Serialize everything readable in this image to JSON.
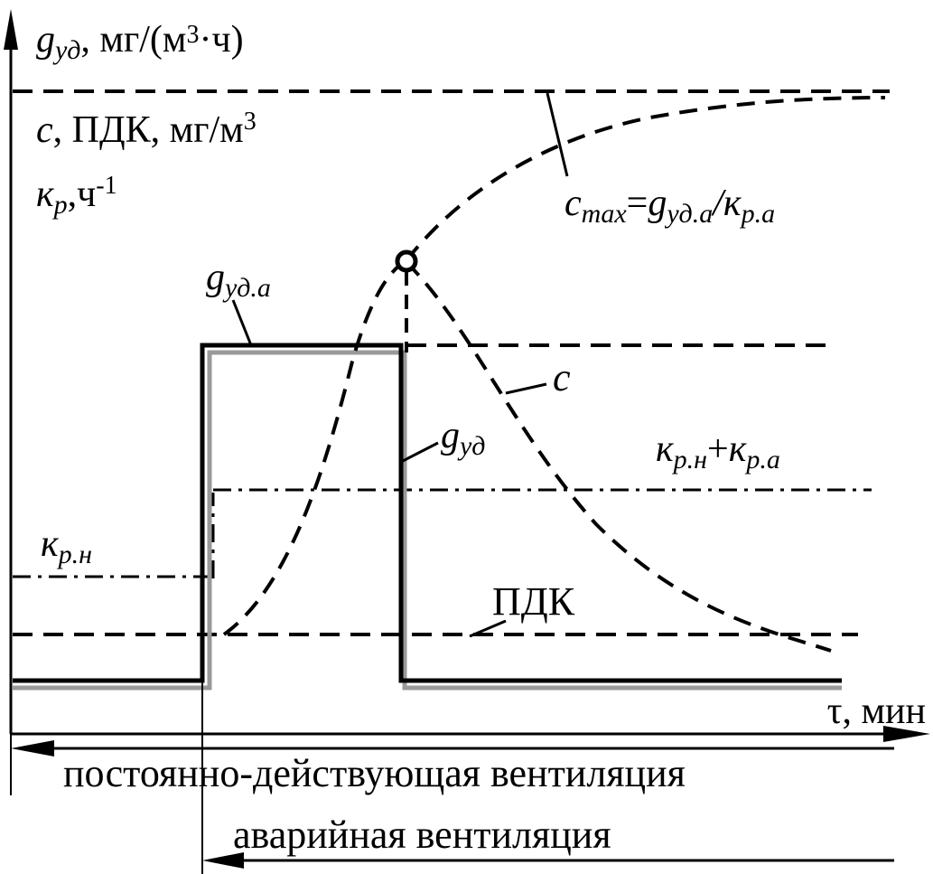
{
  "y_axis_labels": {
    "line1_var": "g",
    "line1_sub": "уд",
    "line1_rest": ", мг/(м",
    "line1_sup": "3",
    "line1_tail": "·ч)",
    "line2_var": "c",
    "line2_rest": ", ПДК, мг/м",
    "line2_sup": "3",
    "line3_var": "к",
    "line3_sub": "р",
    "line3_rest": ",ч",
    "line3_sup": "-1"
  },
  "x_axis_label": "τ, мин",
  "curve_labels": {
    "cmax_c": "c",
    "cmax_c_sub": "max",
    "cmax_eq": "=",
    "cmax_g": "g",
    "cmax_g_sub": "уд.а",
    "cmax_slash": "/",
    "cmax_k": "к",
    "cmax_k_sub": "р.а",
    "g_uda": "g",
    "g_uda_sub": "уд.а",
    "c": "c",
    "g_ud": "g",
    "g_ud_sub": "уд",
    "k_sum_k1": "к",
    "k_sum_sub1": "р.н",
    "k_sum_plus": "+",
    "k_sum_k2": "к",
    "k_sum_sub2": "р.а",
    "k_rn": "к",
    "k_rn_sub": "р.н",
    "pdk": "ПДК"
  },
  "ventilation": {
    "permanent": "постоянно-действующая вентиляция",
    "emergency": "аварийная вентиляция"
  },
  "colors": {
    "ink": "#000000",
    "gray_trace": "#999999"
  }
}
